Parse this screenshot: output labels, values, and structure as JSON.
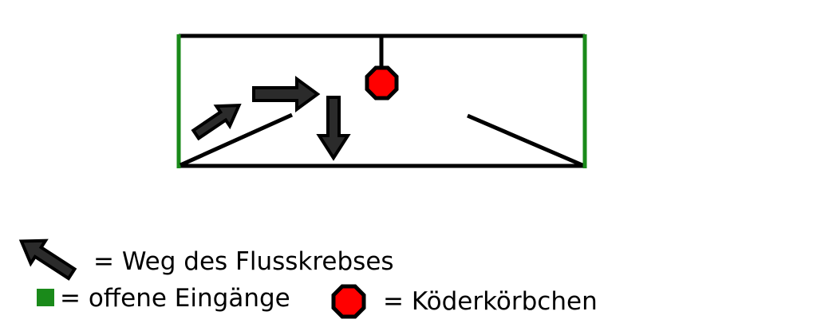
{
  "colors": {
    "wall": "#000000",
    "entrance": "#1a8a1a",
    "arrow_fill": "#2b2b2b",
    "arrow_outline": "#000000",
    "bait_fill": "#ff0000",
    "bait_outline": "#000000",
    "background": "#ffffff"
  },
  "icons": {
    "path_arrow": "arrow-icon",
    "open_entrance": "green-square-icon",
    "bait_basket": "red-octagon-icon"
  },
  "legend": {
    "path": "= Weg des Flusskrebses",
    "entrance": "= offene Eingänge",
    "bait": "= Köderkörbchen"
  }
}
